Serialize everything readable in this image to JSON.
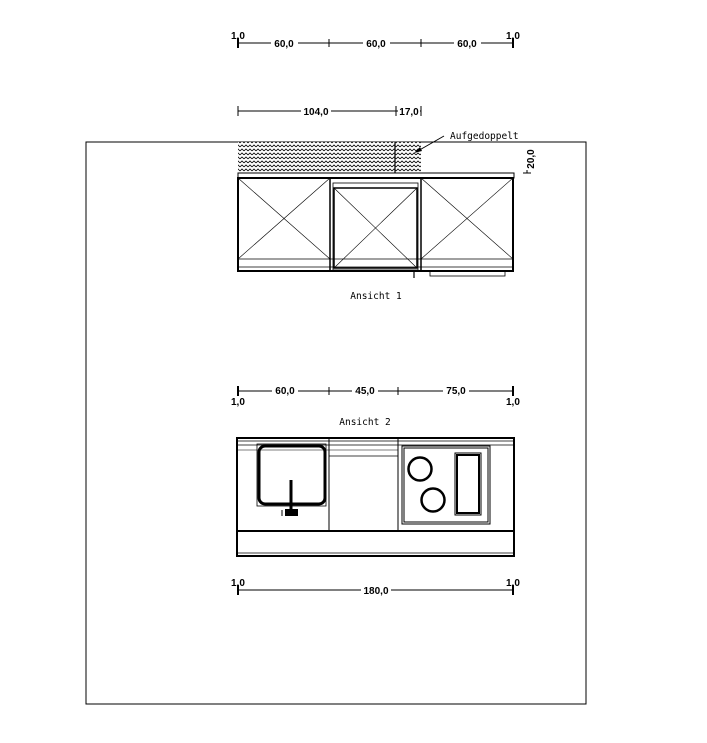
{
  "view1": {
    "title": "Ansicht 1",
    "dim_top": {
      "start": "1,0",
      "segments": [
        "60,0",
        "60,0",
        "60,0"
      ],
      "end": "1,0"
    },
    "dim_wall": {
      "segments": [
        "104,0",
        "17,0"
      ]
    },
    "dim_height": "20,0",
    "annotation": "Aufgedoppelt"
  },
  "view2": {
    "title": "Ansicht 2",
    "dim_top": {
      "start": "1,0",
      "segments": [
        "60,0",
        "45,0",
        "75,0"
      ],
      "end": "1,0"
    },
    "dim_bottom": {
      "start": "1,0",
      "total": "180,0",
      "end": "1,0"
    }
  }
}
